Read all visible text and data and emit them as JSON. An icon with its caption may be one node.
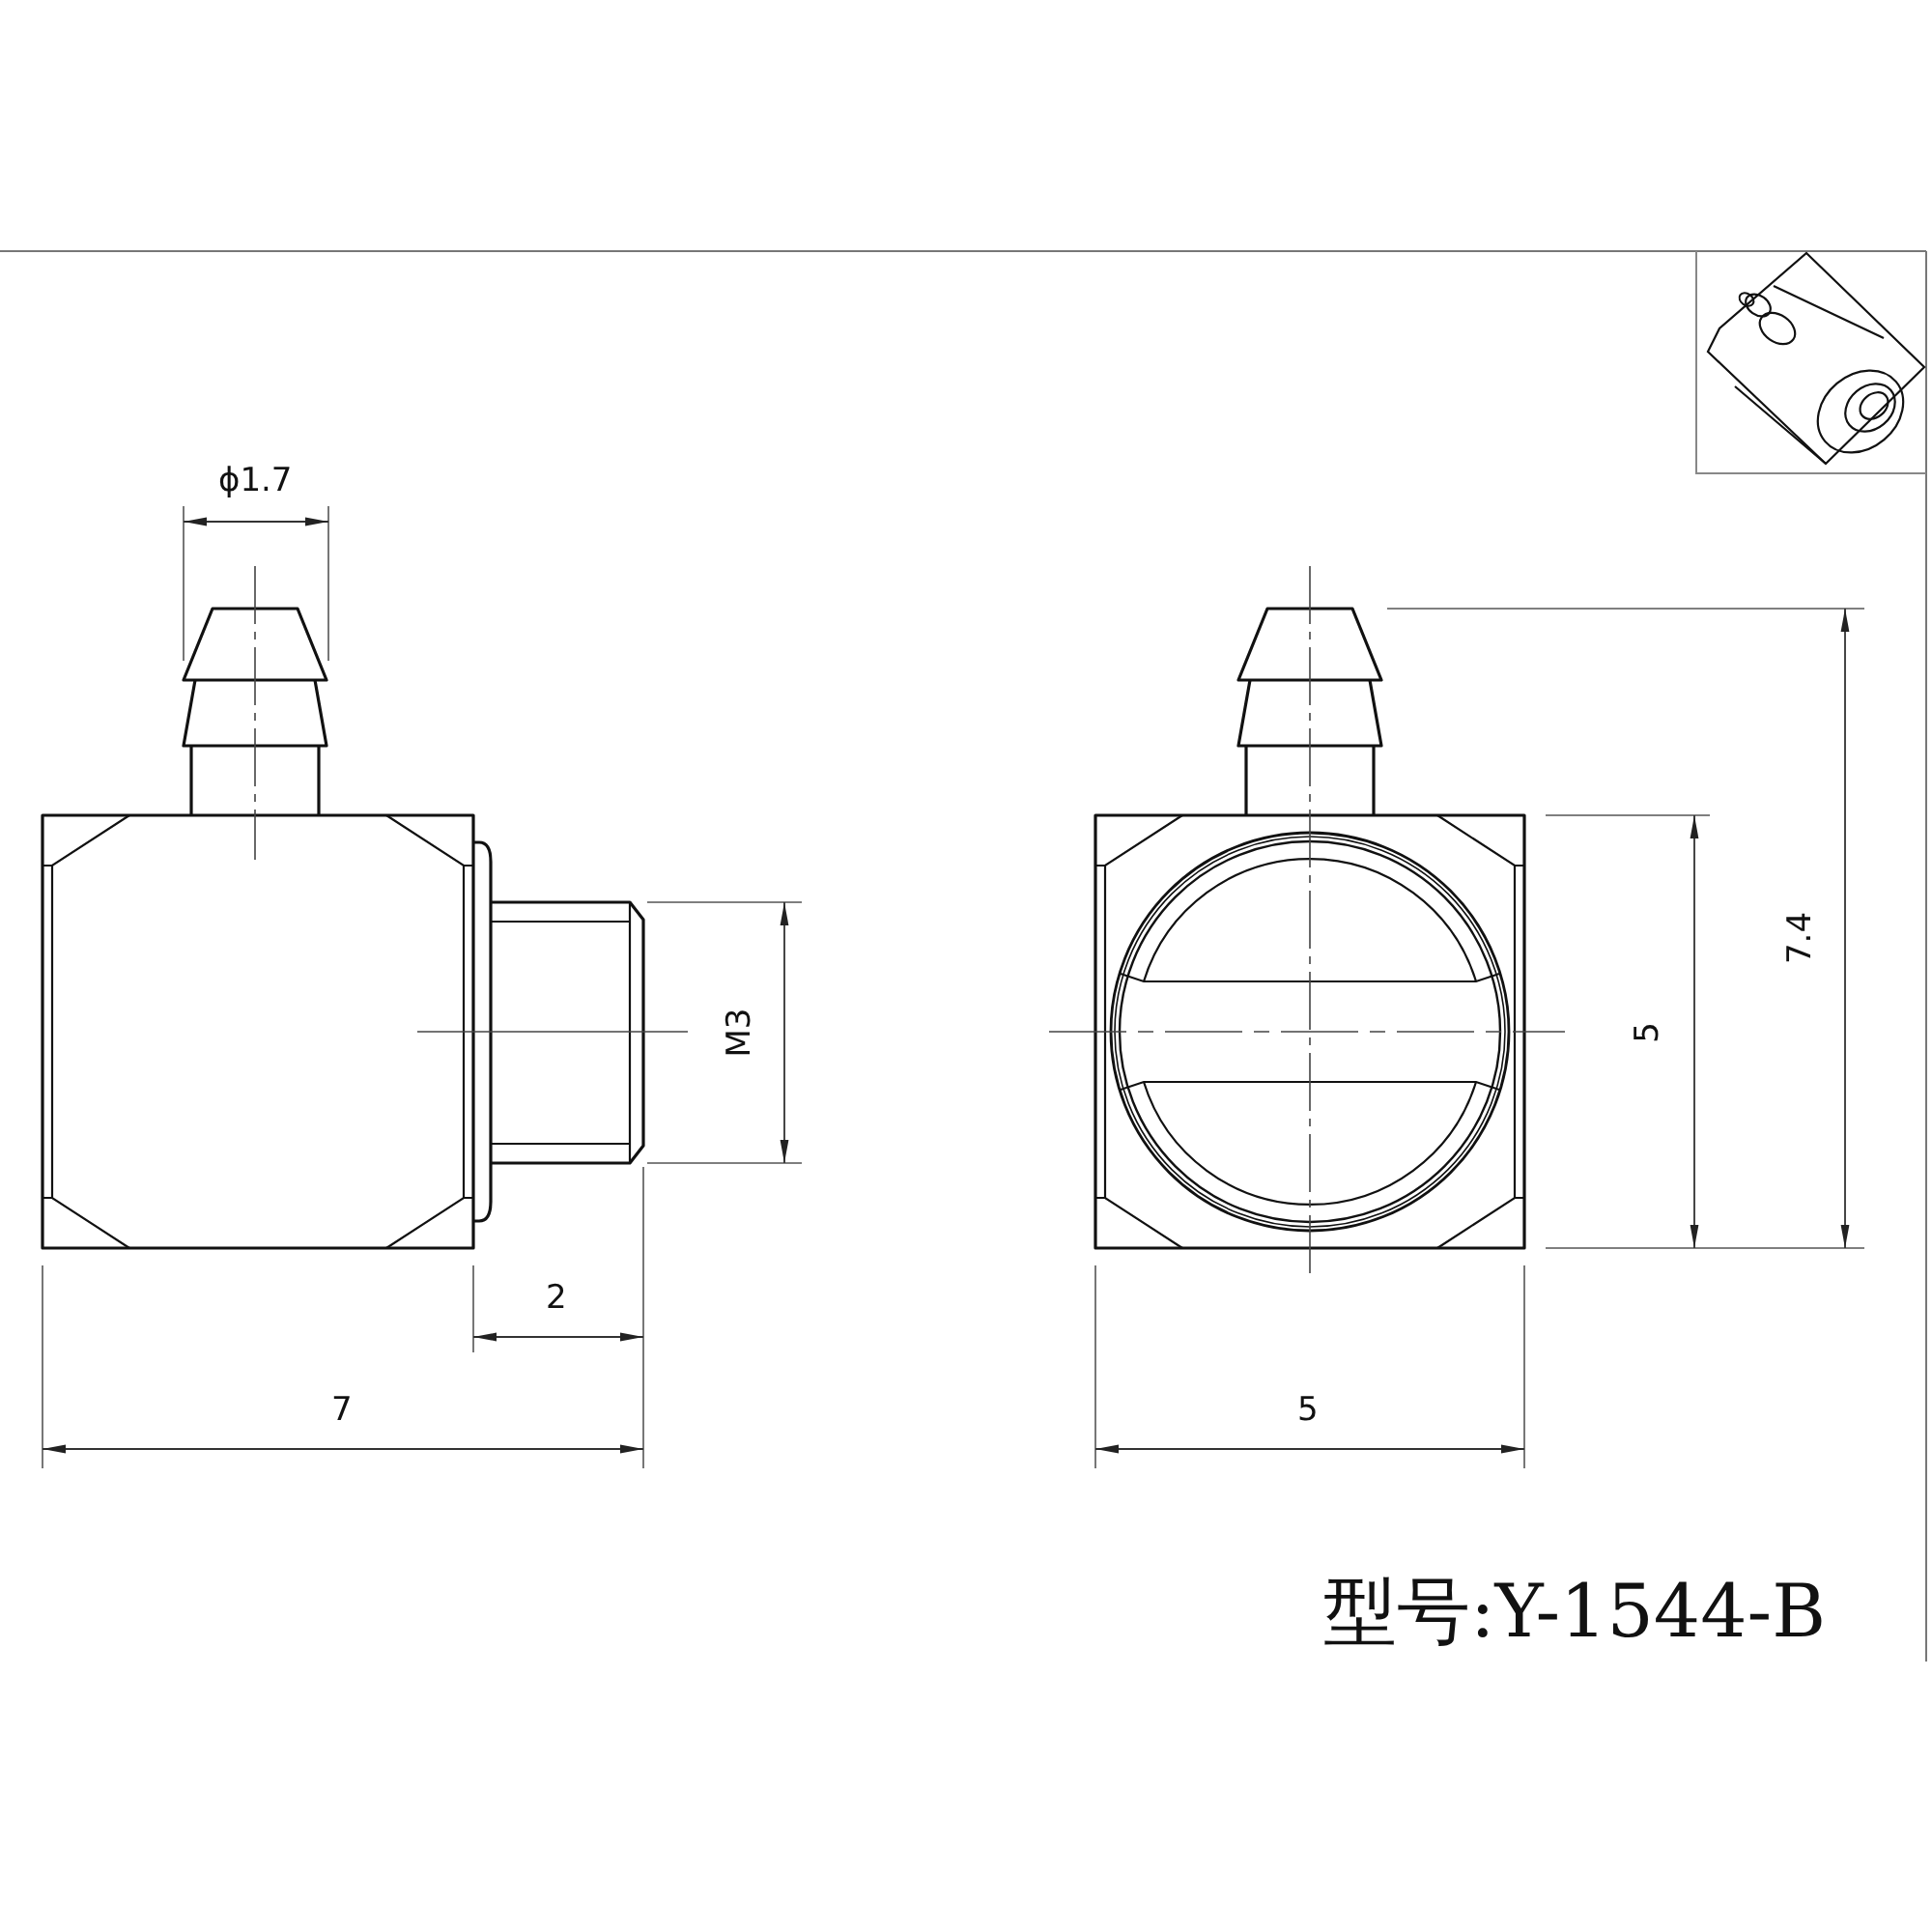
{
  "diagram": {
    "labels": [
      "ϕ1.7",
      "M3",
      "2",
      "7",
      "5",
      "5",
      "7.4",
      "型号:Y-1544-B"
    ]
  }
}
